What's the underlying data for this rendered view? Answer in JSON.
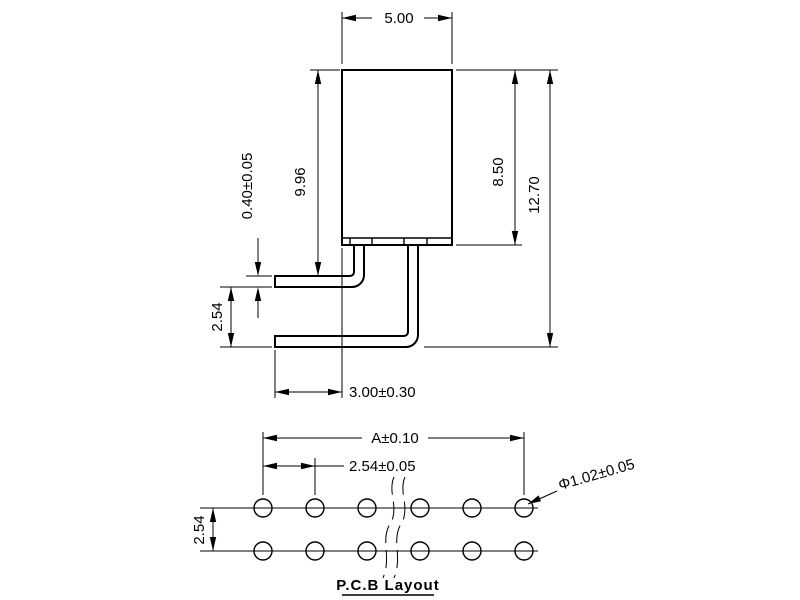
{
  "colors": {
    "line": "#000000",
    "background": "#ffffff"
  },
  "side_view": {
    "dim_top_width": "5.00",
    "dim_housing_height": "9.96",
    "dim_right_height": "8.50",
    "dim_total_height": "12.70",
    "dim_pin_thickness": "0.40±0.05",
    "dim_pin_row_pitch": "2.54",
    "dim_tail_length": "3.00±0.30"
  },
  "pcb_layout": {
    "dim_span": "A±0.10",
    "dim_hole_pitch": "2.54±0.05",
    "dim_row_pitch": "2.54",
    "dim_hole_diameter": "Φ1.02±0.05",
    "label": "P.C.B Layout",
    "hole_rows": 2,
    "hole_columns": 6
  }
}
